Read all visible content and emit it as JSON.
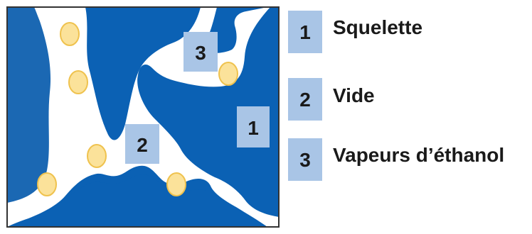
{
  "diagram": {
    "colors": {
      "skeleton": "#0b61b4",
      "skeleton_dark": "#0a5aa6",
      "void": "#ffffff",
      "frame": "#333333",
      "label_box": "#a9c5e6",
      "vapor_fill": "#fbe29a",
      "vapor_stroke": "#efc24e"
    },
    "region_labels": [
      {
        "id": "skeleton",
        "number": "1"
      },
      {
        "id": "void",
        "number": "2"
      },
      {
        "id": "ethanol-vapor",
        "number": "3"
      }
    ]
  },
  "legend": {
    "items": [
      {
        "number": "1",
        "label": "Squelette"
      },
      {
        "number": "2",
        "label": "Vide"
      },
      {
        "number": "3",
        "label": "Vapeurs d’éthanol"
      }
    ]
  }
}
